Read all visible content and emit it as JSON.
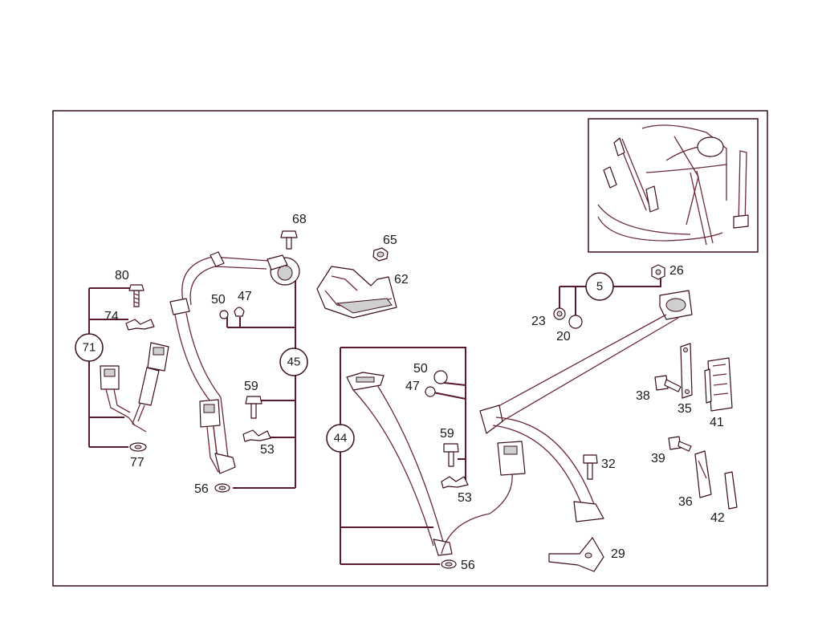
{
  "diagram": {
    "group_labels": {
      "g71": "71",
      "g45": "45",
      "g44": "44",
      "g5": "5"
    },
    "part_labels": {
      "p80": "80",
      "p74": "74",
      "p77": "77",
      "p68": "68",
      "p50a": "50",
      "p47a": "47",
      "p59a": "59",
      "p53a": "53",
      "p56a": "56",
      "p65": "65",
      "p62": "62",
      "p50b": "50",
      "p47b": "47",
      "p59b": "59",
      "p53b": "53",
      "p56b": "56",
      "p26": "26",
      "p23": "23",
      "p20": "20",
      "p38": "38",
      "p35": "35",
      "p41": "41",
      "p32": "32",
      "p39": "39",
      "p36": "36",
      "p42": "42",
      "p29": "29"
    },
    "colors": {
      "frame": "#3a0f18",
      "leader": "#5a1a2a",
      "background": "#ffffff"
    }
  }
}
